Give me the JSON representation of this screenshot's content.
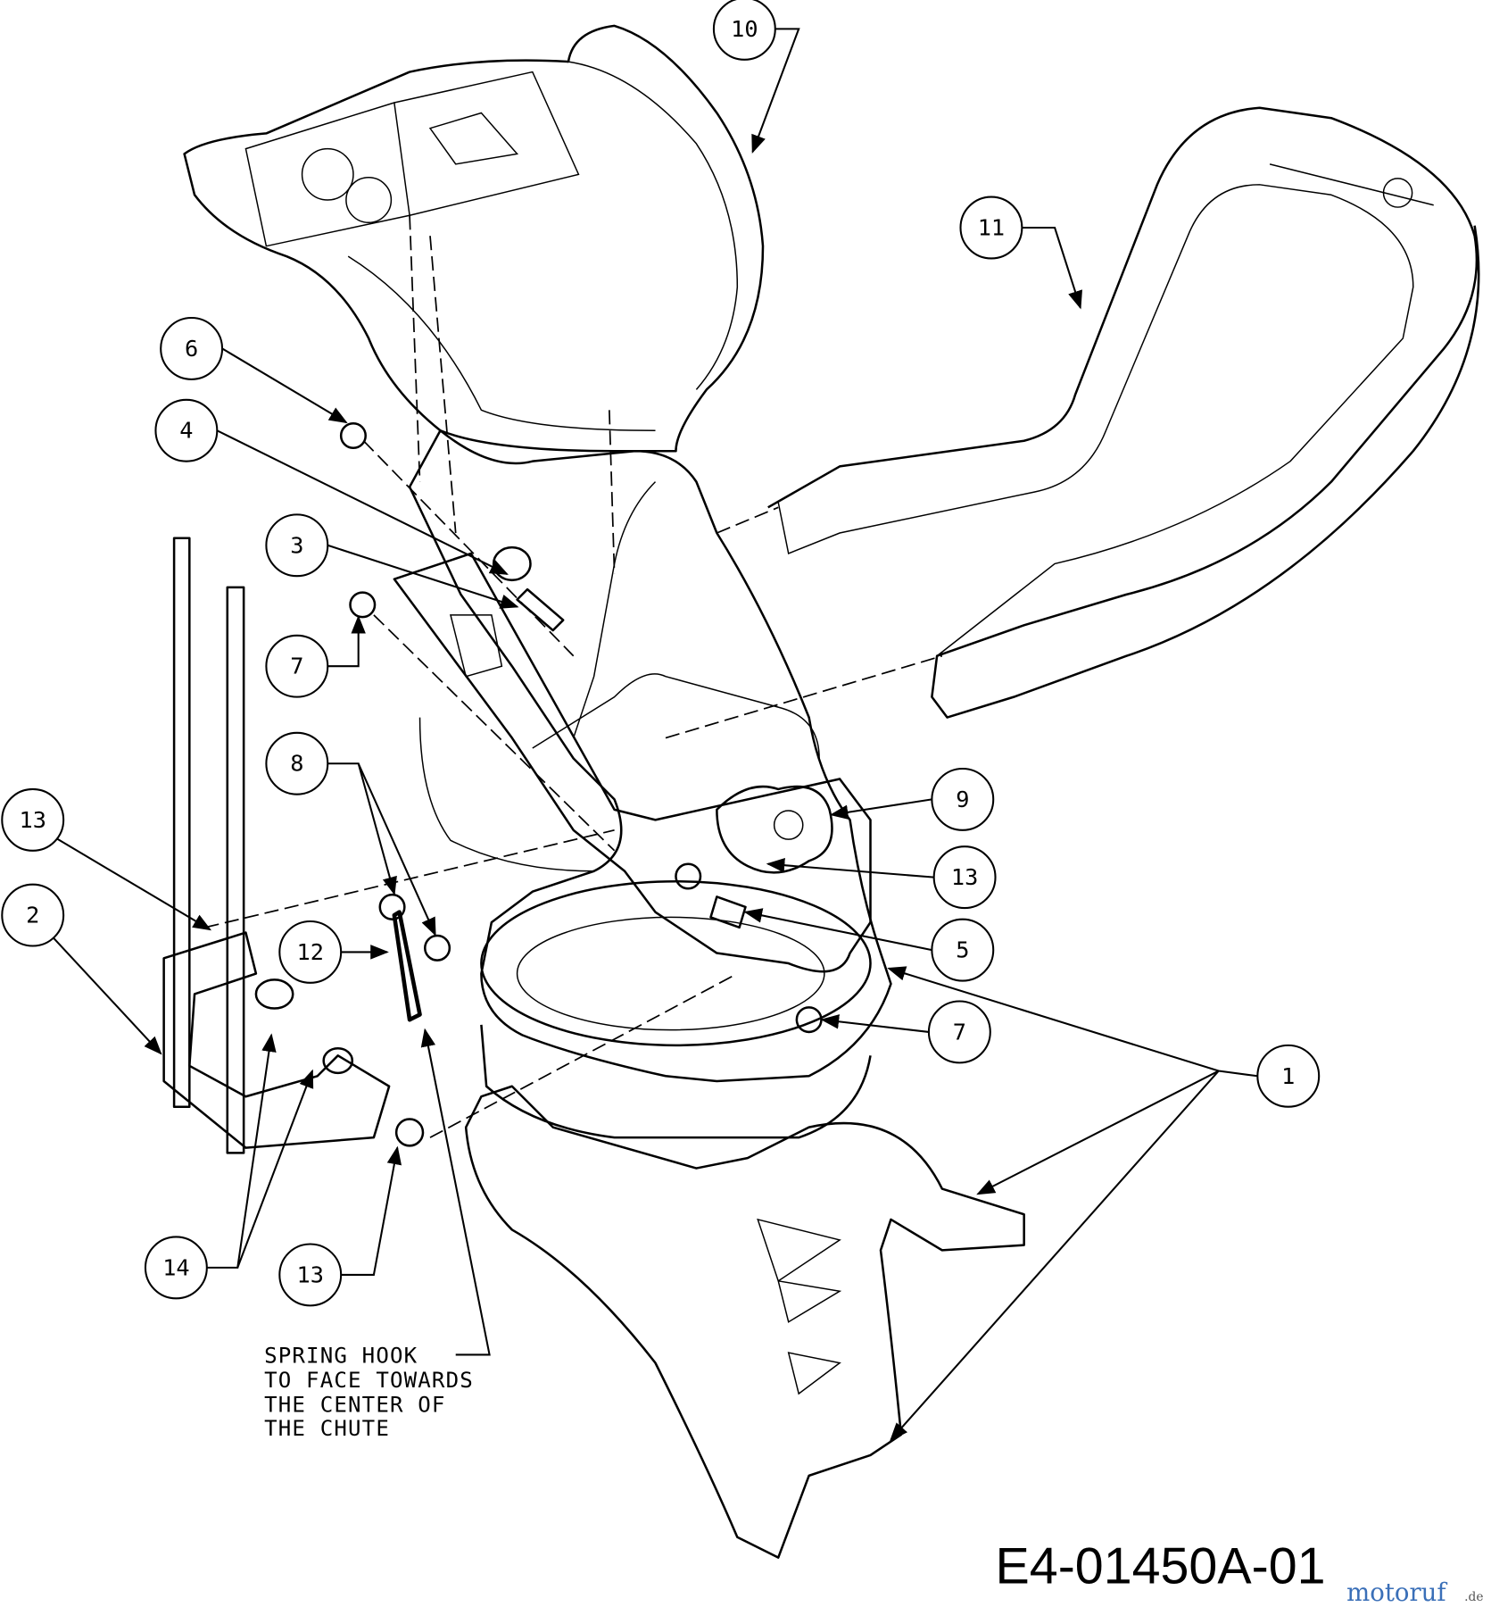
{
  "diagram": {
    "callouts": [
      "10",
      "11",
      "6",
      "4",
      "3",
      "7",
      "8",
      "13",
      "2",
      "12",
      "9",
      "13",
      "5",
      "7",
      "1",
      "14",
      "13"
    ],
    "note_lines": [
      "SPRING HOOK",
      "TO FACE TOWARDS",
      "THE CENTER OF",
      "THE CHUTE"
    ],
    "drawing_code": "E4-01450A-01",
    "watermark": {
      "main": "motoruf",
      "suffix": ".de"
    }
  }
}
